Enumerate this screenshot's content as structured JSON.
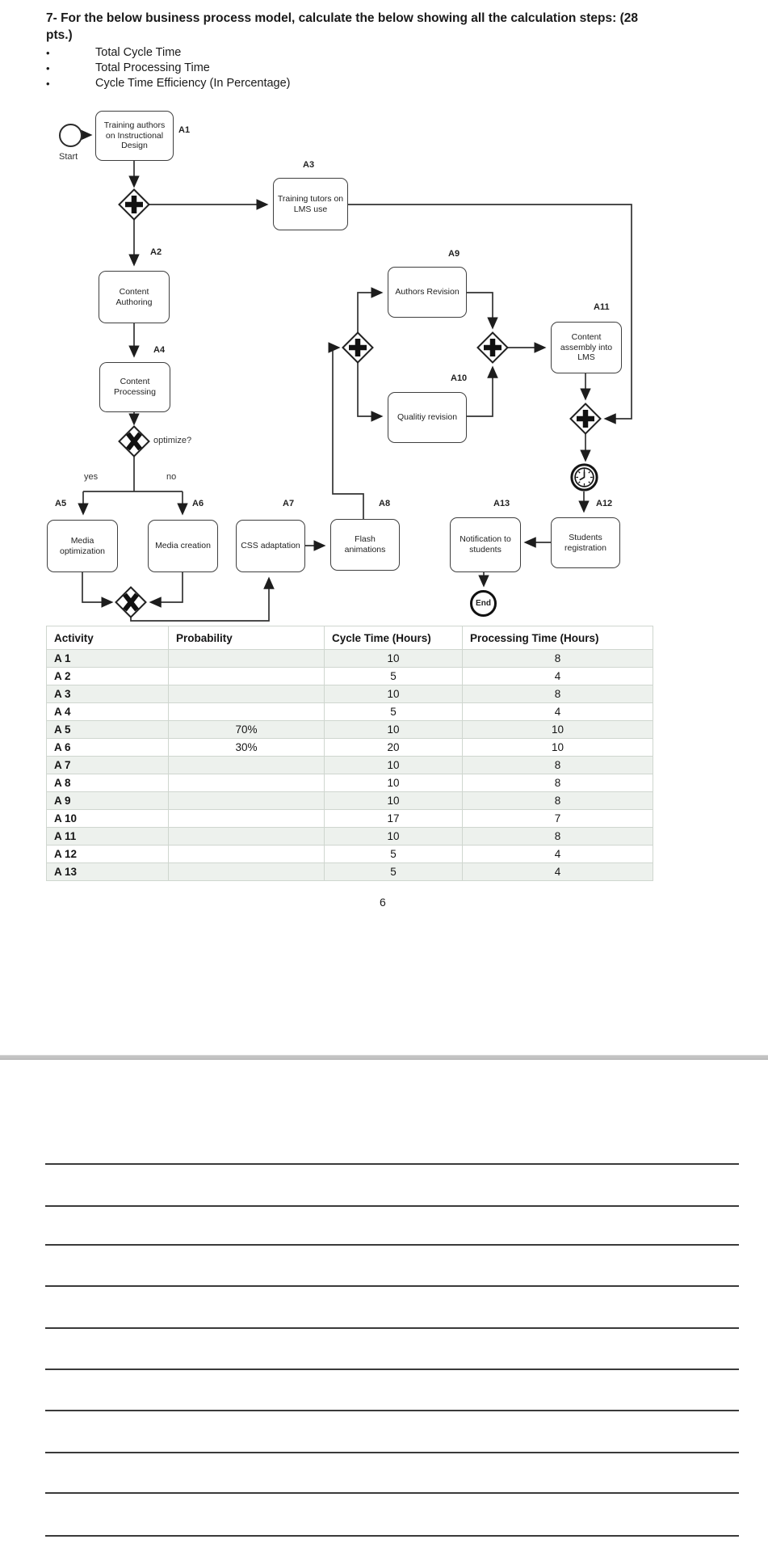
{
  "question": {
    "title_line1": "7- For the below business process model, calculate the below showing all the calculation steps: (28",
    "title_line2": "pts.)",
    "bullets": [
      "Total Cycle Time",
      "Total Processing Time",
      "Cycle Time Efficiency (In Percentage)"
    ]
  },
  "diagram": {
    "start_label": "Start",
    "end_label": "End",
    "edge_labels": {
      "optimize": "optimize?",
      "yes": "yes",
      "no": "no"
    },
    "activities": {
      "a1": {
        "id": "A1",
        "text": "Training authors on Instructional Design"
      },
      "a2": {
        "id": "A2",
        "text": "Content Authoring"
      },
      "a3": {
        "id": "A3",
        "text": "Training tutors on LMS use"
      },
      "a4": {
        "id": "A4",
        "text": "Content Processing"
      },
      "a5": {
        "id": "A5",
        "text": "Media optimization"
      },
      "a6": {
        "id": "A6",
        "text": "Media creation"
      },
      "a7": {
        "id": "A7",
        "text": "CSS adaptation"
      },
      "a8": {
        "id": "A8",
        "text": "Flash animations"
      },
      "a9": {
        "id": "A9",
        "text": "Authors Revision"
      },
      "a10": {
        "id": "A10",
        "text": "Qualitiy revision"
      },
      "a11": {
        "id": "A11",
        "text": "Content assembly into LMS"
      },
      "a12": {
        "id": "A12",
        "text": "Students registration"
      },
      "a13": {
        "id": "A13",
        "text": "Notification to students"
      }
    }
  },
  "table": {
    "headers": [
      "Activity",
      "Probability",
      "Cycle Time (Hours)",
      "Processing Time (Hours)"
    ],
    "rows": [
      {
        "activity": "A 1",
        "probability": "",
        "cycle": "10",
        "processing": "8"
      },
      {
        "activity": "A 2",
        "probability": "",
        "cycle": "5",
        "processing": "4"
      },
      {
        "activity": "A 3",
        "probability": "",
        "cycle": "10",
        "processing": "8"
      },
      {
        "activity": "A 4",
        "probability": "",
        "cycle": "5",
        "processing": "4"
      },
      {
        "activity": "A 5",
        "probability": "70%",
        "cycle": "10",
        "processing": "10"
      },
      {
        "activity": "A 6",
        "probability": "30%",
        "cycle": "20",
        "processing": "10"
      },
      {
        "activity": "A 7",
        "probability": "",
        "cycle": "10",
        "processing": "8"
      },
      {
        "activity": "A 8",
        "probability": "",
        "cycle": "10",
        "processing": "8"
      },
      {
        "activity": "A 9",
        "probability": "",
        "cycle": "10",
        "processing": "8"
      },
      {
        "activity": "A 10",
        "probability": "",
        "cycle": "17",
        "processing": "7"
      },
      {
        "activity": "A 11",
        "probability": "",
        "cycle": "10",
        "processing": "8"
      },
      {
        "activity": "A 12",
        "probability": "",
        "cycle": "5",
        "processing": "4"
      },
      {
        "activity": "A 13",
        "probability": "",
        "cycle": "5",
        "processing": "4"
      }
    ]
  },
  "page_number": "6",
  "colors": {
    "row_shade": "#edf1ed",
    "connector": "#333333"
  }
}
